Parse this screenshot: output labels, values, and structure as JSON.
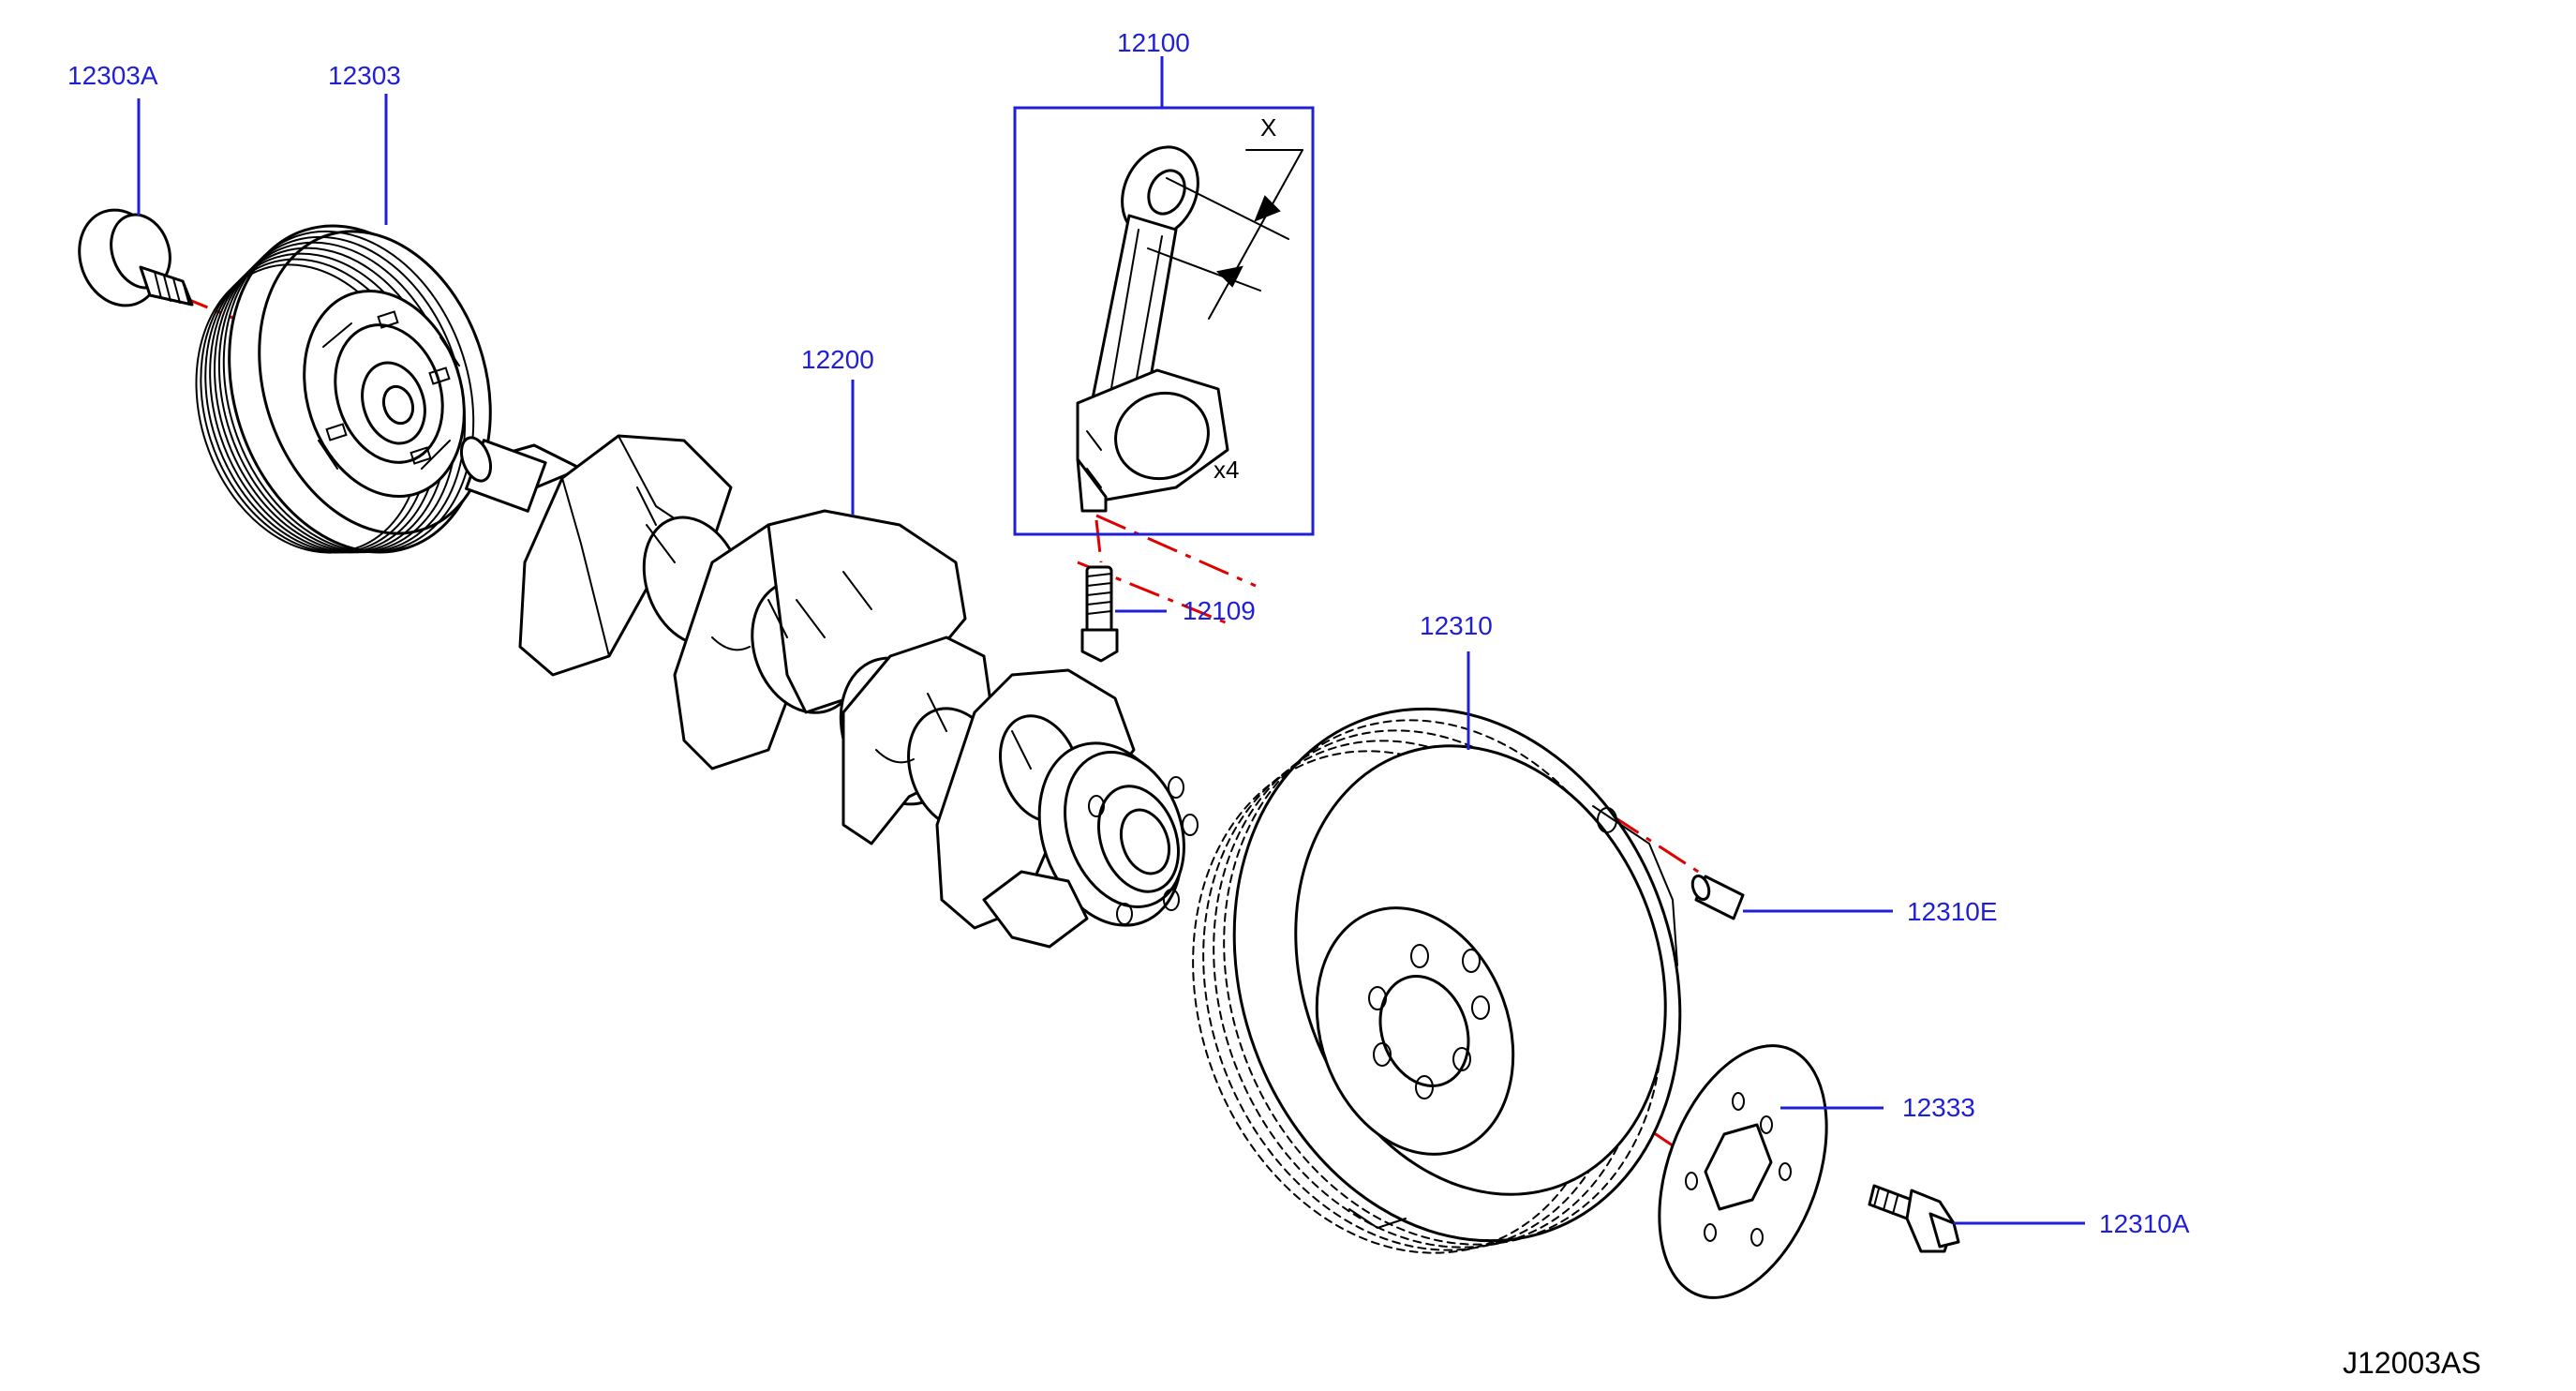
{
  "callouts": {
    "c12303A": "12303A",
    "c12303": "12303",
    "c12100": "12100",
    "c12200": "12200",
    "c12109": "12109",
    "c12310": "12310",
    "c12310E": "12310E",
    "c12333": "12333",
    "c12310A": "12310A"
  },
  "rod_detail": {
    "dimension_label": "X",
    "quantity_label": "x4"
  },
  "diagram_code": "J12003AS",
  "colors": {
    "callout_blue": "#1f1fd6",
    "axis_red": "#e00000",
    "line_black": "#000000"
  }
}
